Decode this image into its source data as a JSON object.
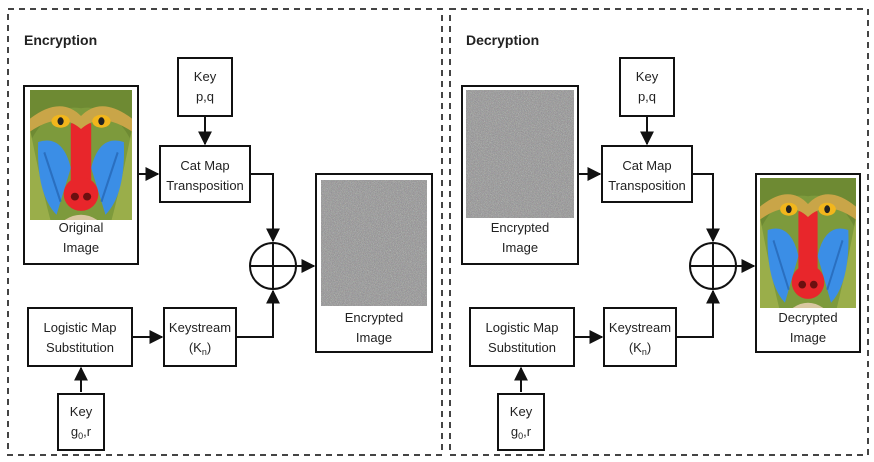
{
  "encryption": {
    "title": "Encryption",
    "key_pq": {
      "line1": "Key",
      "line2": "p,q"
    },
    "cat_map": {
      "line1": "Cat Map",
      "line2": "Transposition"
    },
    "original_image": {
      "line1": "Original",
      "line2": "Image"
    },
    "logistic_map": {
      "line1": "Logistic Map",
      "line2": "Substitution"
    },
    "keystream": {
      "line1": "Keystream",
      "line2": "(K",
      "sub": "n",
      "close": ")"
    },
    "key_g0r": {
      "line1": "Key",
      "line2": "g",
      "sub": "0",
      "rest": ",r"
    },
    "encrypted_output": {
      "line1": "Encrypted",
      "line2": "Image"
    }
  },
  "decryption": {
    "title": "Decryption",
    "key_pq": {
      "line1": "Key",
      "line2": "p,q"
    },
    "cat_map": {
      "line1": "Cat Map",
      "line2": "Transposition"
    },
    "encrypted_input": {
      "line1": "Encrypted",
      "line2": "Image"
    },
    "logistic_map": {
      "line1": "Logistic Map",
      "line2": "Substitution"
    },
    "keystream": {
      "line1": "Keystream",
      "line2": "(K",
      "sub": "n",
      "close": ")"
    },
    "key_g0r": {
      "line1": "Key",
      "line2": "g",
      "sub": "0",
      "rest": ",r"
    },
    "decrypted_output": {
      "line1": "Decrypted",
      "line2": "Image"
    }
  },
  "colors": {
    "noise_base": "#8a8a8a",
    "mandrill_nose": "#e8262b",
    "mandrill_cheeks": "#3b8ee6",
    "mandrill_fur": "#c9a548",
    "mandrill_eyes": "#f2b61c"
  },
  "icons": [
    "xor-symbol-icon",
    "mandrill-image",
    "noise-image"
  ]
}
